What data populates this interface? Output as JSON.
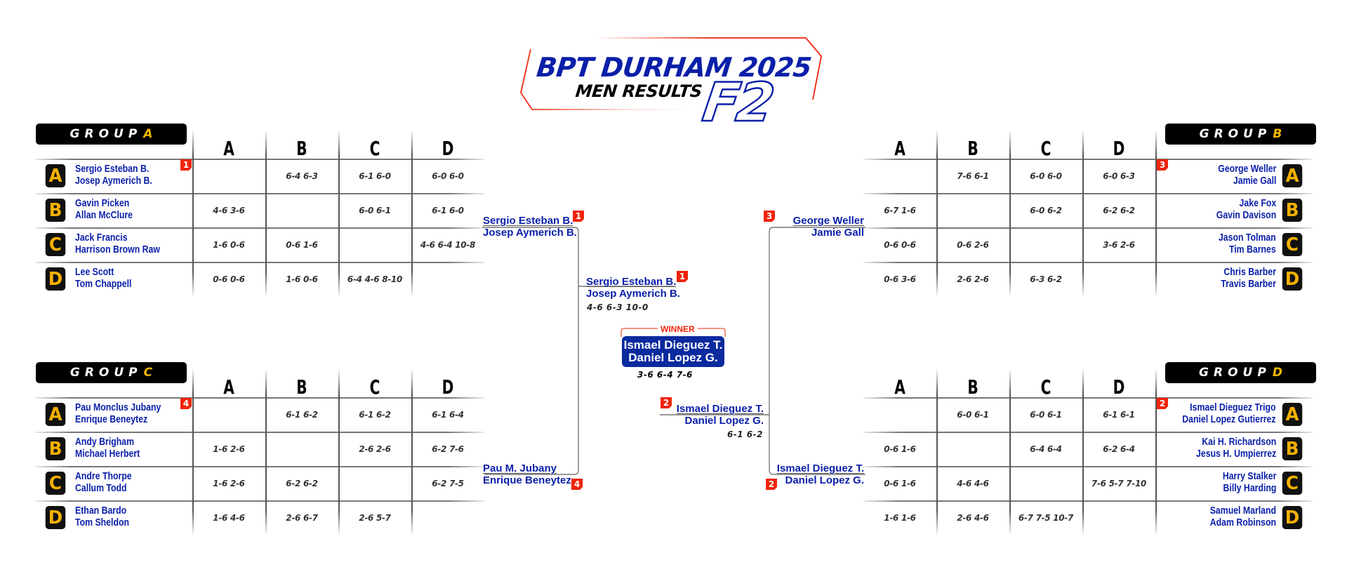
{
  "title": {
    "main": "BPT DURHAM 2025",
    "sub": "MEN RESULTS",
    "category": "F2",
    "accent_color": "#0a1fa8",
    "frame_color": "#f0240a"
  },
  "columns": [
    "A",
    "B",
    "C",
    "D"
  ],
  "groups": [
    {
      "label": "GROUP",
      "letter": "A",
      "teams": [
        {
          "pos": "A",
          "p1": "Sergio Esteban B.",
          "p2": "Josep Aymerich B.",
          "seed": "1",
          "scores": [
            "",
            "6-4 6-3",
            "6-1 6-0",
            "6-0 6-0"
          ]
        },
        {
          "pos": "B",
          "p1": "Gavin Picken",
          "p2": "Allan McClure",
          "seed": "",
          "scores": [
            "4-6 3-6",
            "",
            "6-0 6-1",
            "6-1 6-0"
          ]
        },
        {
          "pos": "C",
          "p1": "Jack Francis",
          "p2": "Harrison Brown Raw",
          "seed": "",
          "scores": [
            "1-6 0-6",
            "0-6 1-6",
            "",
            "4-6 6-4 10-8"
          ]
        },
        {
          "pos": "D",
          "p1": "Lee Scott",
          "p2": "Tom Chappell",
          "seed": "",
          "scores": [
            "0-6 0-6",
            "1-6 0-6",
            "6-4 4-6 8-10",
            ""
          ]
        }
      ]
    },
    {
      "label": "GROUP",
      "letter": "B",
      "teams": [
        {
          "pos": "A",
          "p1": "George Weller",
          "p2": "Jamie Gall",
          "seed": "3",
          "scores": [
            "",
            "7-6 6-1",
            "6-0 6-0",
            "6-0 6-3"
          ]
        },
        {
          "pos": "B",
          "p1": "Jake Fox",
          "p2": "Gavin Davison",
          "seed": "",
          "scores": [
            "6-7 1-6",
            "",
            "6-0 6-2",
            "6-2 6-2"
          ]
        },
        {
          "pos": "C",
          "p1": "Jason Tolman",
          "p2": "Tim Barnes",
          "seed": "",
          "scores": [
            "0-6 0-6",
            "0-6 2-6",
            "",
            "3-6 2-6"
          ]
        },
        {
          "pos": "D",
          "p1": "Chris Barber",
          "p2": "Travis Barber",
          "seed": "",
          "scores": [
            "0-6 3-6",
            "2-6 2-6",
            "6-3 6-2",
            ""
          ]
        }
      ]
    },
    {
      "label": "GROUP",
      "letter": "C",
      "teams": [
        {
          "pos": "A",
          "p1": "Pau Monclus Jubany",
          "p2": "Enrique Beneytez",
          "seed": "4",
          "scores": [
            "",
            "6-1 6-2",
            "6-1 6-2",
            "6-1 6-4"
          ]
        },
        {
          "pos": "B",
          "p1": "Andy Brigham",
          "p2": "Michael Herbert",
          "seed": "",
          "scores": [
            "1-6 2-6",
            "",
            "2-6 2-6",
            "6-2 7-6"
          ]
        },
        {
          "pos": "C",
          "p1": "Andre Thorpe",
          "p2": "Callum Todd",
          "seed": "",
          "scores": [
            "1-6 2-6",
            "6-2 6-2",
            "",
            "6-2 7-5"
          ]
        },
        {
          "pos": "D",
          "p1": "Ethan Bardo",
          "p2": "Tom Sheldon",
          "seed": "",
          "scores": [
            "1-6 4-6",
            "2-6 6-7",
            "2-6 5-7",
            ""
          ]
        }
      ]
    },
    {
      "label": "GROUP",
      "letter": "D",
      "teams": [
        {
          "pos": "A",
          "p1": "Ismael Dieguez Trigo",
          "p2": "Daniel Lopez Gutierrez",
          "seed": "2",
          "scores": [
            "",
            "6-0 6-1",
            "6-0 6-1",
            "6-1 6-1"
          ]
        },
        {
          "pos": "B",
          "p1": "Kai H. Richardson",
          "p2": "Jesus H. Umpierrez",
          "seed": "",
          "scores": [
            "0-6 1-6",
            "",
            "6-4 6-4",
            "6-2 6-4"
          ]
        },
        {
          "pos": "C",
          "p1": "Harry Stalker",
          "p2": "Billy Harding",
          "seed": "",
          "scores": [
            "0-6 1-6",
            "4-6 4-6",
            "",
            "7-6 5-7 7-10"
          ]
        },
        {
          "pos": "D",
          "p1": "Samuel Marland",
          "p2": "Adam Robinson",
          "seed": "",
          "scores": [
            "1-6 1-6",
            "2-6 4-6",
            "6-7 7-5 10-7",
            ""
          ]
        }
      ]
    }
  ],
  "bracket": {
    "sf1_top": {
      "p1": "Sergio Esteban B.",
      "p2": "Josep Aymerich B.",
      "seed": "1"
    },
    "sf1_bottom": {
      "p1": "Pau M. Jubany",
      "p2": "Enrique Beneytez",
      "seed": "4"
    },
    "sf2_top": {
      "p1": "George Weller",
      "p2": "Jamie Gall",
      "seed": "3"
    },
    "sf2_bottom": {
      "p1": "Ismael Dieguez T.",
      "p2": "Daniel Lopez G.",
      "seed": "2"
    },
    "final_left": {
      "p1": "Sergio Esteban B.",
      "p2": "Josep Aymerich B.",
      "seed": "1",
      "score": "4-6  6-3  10-0"
    },
    "final_right": {
      "p1": "Ismael Dieguez T.",
      "p2": "Daniel Lopez G.",
      "seed": "2",
      "score": "6-1  6-2"
    },
    "winner": {
      "label": "WINNER",
      "p1": "Ismael Dieguez T.",
      "p2": "Daniel Lopez G.",
      "score": "3-6  6-4  7-6",
      "box_color": "#0a2a9e"
    }
  }
}
